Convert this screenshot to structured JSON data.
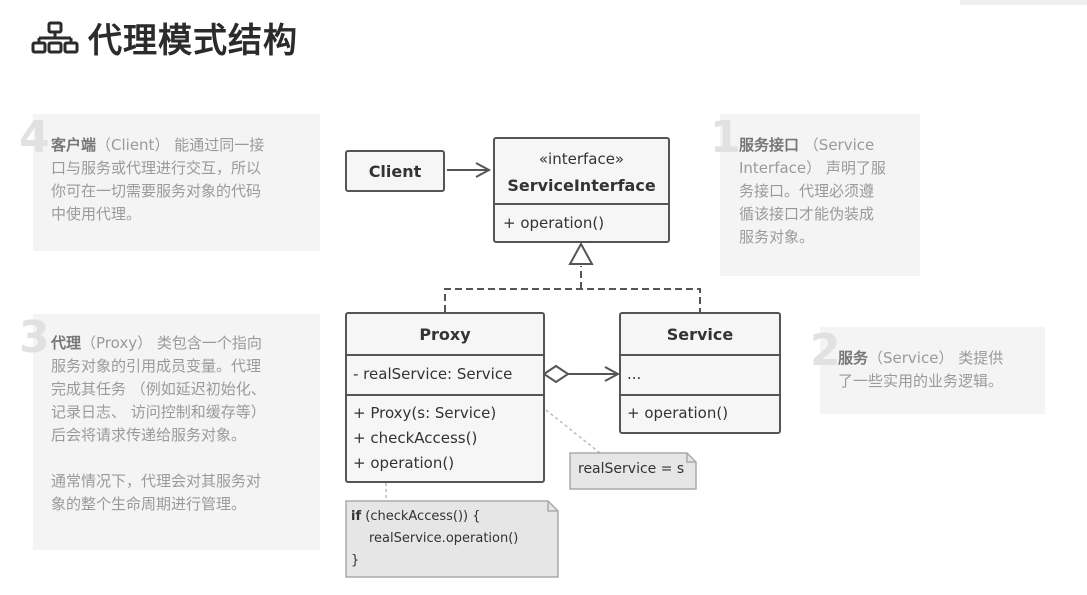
{
  "header": {
    "title": "代理模式结构",
    "icon": "hierarchy-icon"
  },
  "notes": {
    "client": {
      "number": "4",
      "lead": "客户端",
      "lines": [
        "（Client） 能通过同一接",
        "口与服务或代理进行交互，所以",
        "你可在一切需要服务对象的代码",
        "中使用代理。"
      ]
    },
    "service_interface": {
      "number": "1",
      "lead": "服务接口",
      "lines": [
        "（Service",
        "Interface） 声明了服",
        "务接口。代理必须遵",
        "循该接口才能伪装成",
        "服务对象。"
      ]
    },
    "proxy": {
      "number": "3",
      "lead": "代理",
      "lines": [
        "（Proxy） 类包含一个指向",
        "服务对象的引用成员变量。代理",
        "完成其任务 （例如延迟初始化、",
        "记录日志、 访问控制和缓存等）",
        "后会将请求传递给服务对象。"
      ],
      "extra_lines": [
        "通常情况下，代理会对其服务对",
        "象的整个生命周期进行管理。"
      ]
    },
    "service": {
      "number": "2",
      "lead": "服务",
      "lines": [
        "（Service） 类提供",
        "了一些实用的业务逻辑。"
      ]
    }
  },
  "diagram": {
    "client": {
      "name": "Client"
    },
    "service_interface": {
      "stereotype": "«interface»",
      "name": "ServiceInterface",
      "method": "+ operation()"
    },
    "proxy": {
      "name": "Proxy",
      "field": "- realService: Service",
      "methods": [
        "+ Proxy(s: Service)",
        "+ checkAccess()",
        "+ operation()"
      ]
    },
    "service": {
      "name": "Service",
      "field": "...",
      "method": "+ operation()"
    },
    "constructor_note": "realService = s",
    "code_note": {
      "keyword": "if",
      "line1_rest": " (checkAccess()) {",
      "line2": "realService.operation()",
      "line3": "}"
    }
  },
  "colors": {
    "box_border": "#555555",
    "box_fill": "#f6f6f6",
    "note_fill": "#f4f4f4",
    "code_fill": "#e6e6e6",
    "number_color": "#e1e1e1"
  }
}
